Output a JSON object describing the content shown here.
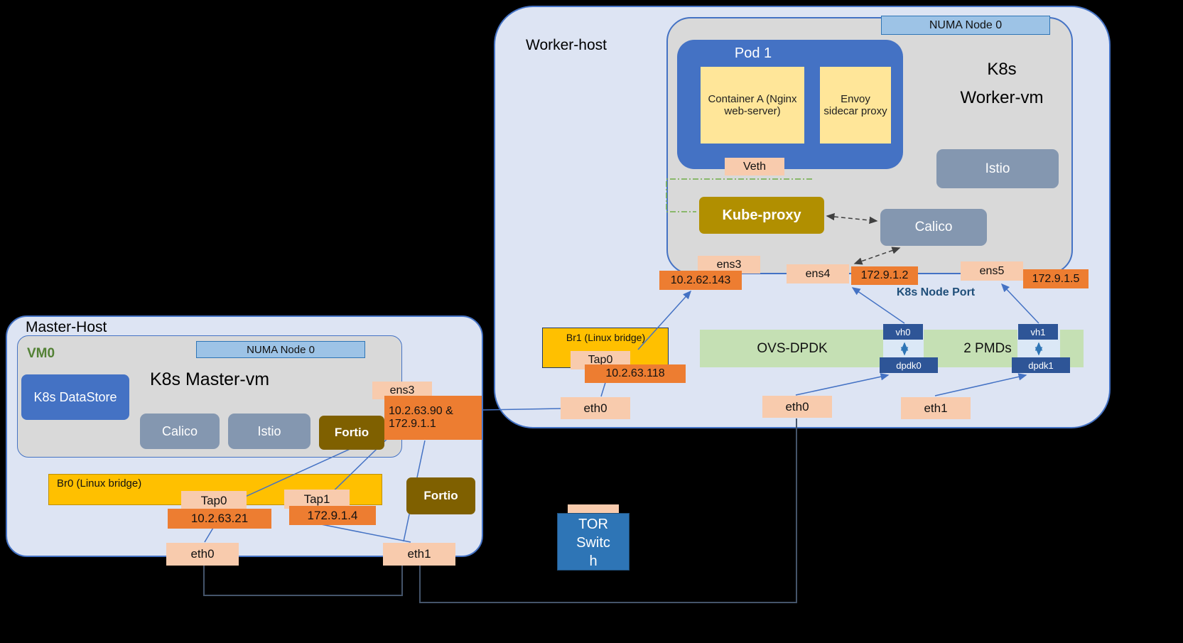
{
  "colors": {
    "background": "#000000",
    "host_fill": "#dde4f3",
    "host_border": "#4472c4",
    "vm_fill": "#d9d9d9",
    "numa_fill": "#9dc3e6",
    "pod_fill": "#4472c4",
    "container_fill": "#ffe699",
    "peach": "#f8cbad",
    "orange": "#ed7d31",
    "bridge_fill": "#ffc000",
    "ovs_fill": "#c5e0b4",
    "component_fill": "#8497b0",
    "fortio_fill": "#7f6000",
    "kube_proxy_fill": "#b18f00",
    "port_badge_fill": "#2e5597",
    "tor_fill": "#2e75b6",
    "line_blue": "#4472c4",
    "line_green": "#70ad47"
  },
  "master_host": {
    "title": "Master-Host",
    "vm0_label": "VM0",
    "numa_label": "NUMA Node 0",
    "vm_title": "K8s Master-vm",
    "datastore_label": "K8s DataStore",
    "calico_label": "Calico",
    "istio_label": "Istio",
    "fortio_vm_label": "Fortio",
    "fortio_host_label": "Fortio",
    "ens3_label": "ens3",
    "ens3_ip": "10.2.63.90 & 172.9.1.1",
    "bridge_label": "Br0 (Linux bridge)",
    "tap0_label": "Tap0",
    "tap0_ip": "10.2.63.21",
    "tap1_label": "Tap1",
    "tap1_ip": "172.9.1.4",
    "eth0_label": "eth0",
    "eth1_label": "eth1"
  },
  "worker_host": {
    "title": "Worker-host",
    "numa_label": "NUMA Node 0",
    "vm_title": "K8s\nWorker-vm",
    "pod_title": "Pod 1",
    "container_a_label": "Container A (Nginx web-server)",
    "envoy_label": "Envoy sidecar proxy",
    "veth_label": "Veth",
    "kube_proxy_label": "Kube-proxy",
    "calico_label": "Calico",
    "istio_label": "Istio",
    "ens3_label": "ens3",
    "ens3_ip": "10.2.62.143",
    "ens4_label": "ens4",
    "ens4_ip": "172.9.1.2",
    "node_port_label": "K8s Node Port",
    "ens5_label": "ens5",
    "ens5_ip": "172.9.1.5",
    "bridge_label": "Br1 (Linux bridge)",
    "tap0_label": "Tap0",
    "tap0_ip": "10.2.63.118",
    "ovs_label": "OVS-DPDK",
    "pmds_label": "2 PMDs",
    "vh0_label": "vh0",
    "vh1_label": "vh1",
    "dpdk0_label": "dpdk0",
    "dpdk1_label": "dpdk1",
    "eth0_left_label": "eth0",
    "eth0_mid_label": "eth0",
    "eth1_label": "eth1"
  },
  "tor_switch": {
    "label": "TOR Switch"
  }
}
